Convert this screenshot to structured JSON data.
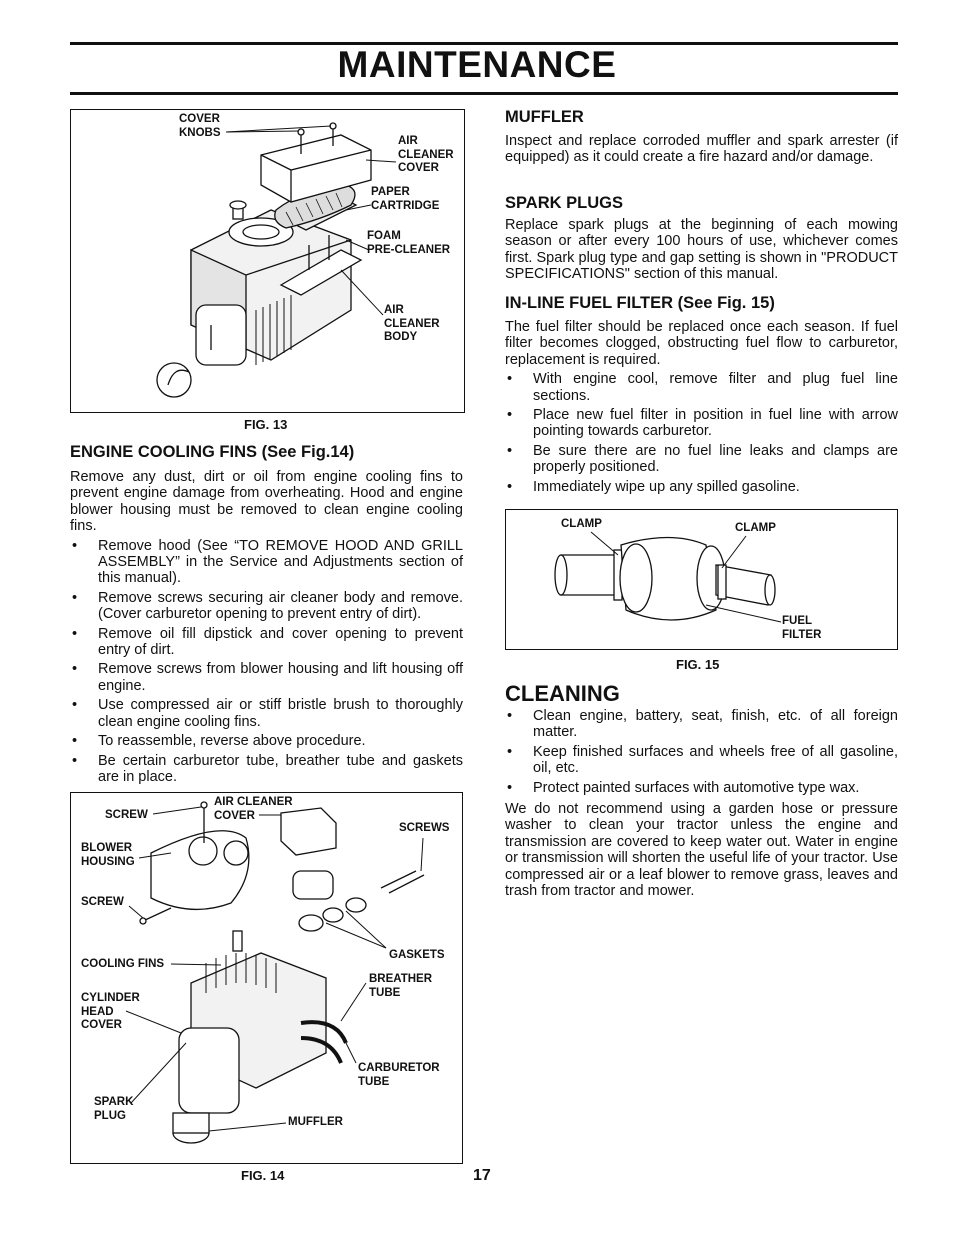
{
  "page": {
    "title": "MAINTENANCE",
    "page_number": "17"
  },
  "fig13": {
    "caption": "FIG. 13",
    "labels": {
      "cover_knobs": "COVER\nKNOBS",
      "air_cleaner_cover": "AIR\nCLEANER\nCOVER",
      "paper_cartridge": "PAPER\nCARTRIDGE",
      "foam_pre_cleaner": "FOAM\nPRE-CLEANER",
      "air_cleaner_body": "AIR\nCLEANER\nBODY"
    }
  },
  "cooling": {
    "heading": "ENGINE COOLING FINS (See Fig.14)",
    "intro": "Remove any dust, dirt or oil from engine cooling fins to prevent engine damage from overheating.  Hood and engine blower housing must be removed to clean engine cooling fins.",
    "bullets": [
      "Remove hood (See “TO REMOVE HOOD AND GRILL ASSEMBLY” in the Service and Adjustments section of this manual).",
      "Remove screws securing air cleaner body and remove. (Cover carburetor opening to prevent entry of dirt).",
      "Remove oil fill dipstick and cover opening to prevent entry of dirt.",
      "Remove screws from blower housing and lift housing off engine.",
      "Use compressed air or stiff  bristle brush to thoroughly clean engine cooling fins.",
      "To reassemble, reverse above procedure.",
      "Be certain carburetor tube, breather tube and gaskets are in place."
    ]
  },
  "fig14": {
    "caption": "FIG. 14",
    "labels": {
      "screw_top": "SCREW",
      "air_cleaner_cover": "AIR CLEANER\nCOVER",
      "screws": "SCREWS",
      "blower_housing": "BLOWER\nHOUSING",
      "screw_side": "SCREW",
      "gaskets": "GASKETS",
      "cooling_fins": "COOLING FINS",
      "breather_tube": "BREATHER\nTUBE",
      "cylinder_head_cover": "CYLINDER\nHEAD\nCOVER",
      "carburetor_tube": "CARBURETOR\nTUBE",
      "spark_plug": "SPARK\nPLUG",
      "muffler": "MUFFLER"
    }
  },
  "muffler": {
    "heading": "MUFFLER",
    "text": "Inspect and replace corroded muffler and spark arrester (if equipped) as it could create a fire hazard and/or damage."
  },
  "spark_plugs": {
    "heading": "SPARK PLUGS",
    "text": "Replace spark plugs at the beginning of each mowing season or after every 100 hours of use, whichever comes first. Spark plug type and gap setting is shown in \"PRODUCT SPECIFICATIONS\" section of this manual."
  },
  "fuel_filter": {
    "heading": "IN-LINE FUEL FILTER  (See Fig. 15)",
    "intro": "The fuel filter should be replaced once each season.  If fuel filter becomes clogged, obstructing fuel flow to carburetor, replacement is required.",
    "bullets": [
      "With engine cool, remove filter and plug fuel line sections.",
      "Place new fuel filter in position in fuel line with arrow pointing towards carburetor.",
      "Be sure there are no fuel line leaks and clamps are properly positioned.",
      "Immediately wipe up any spilled gasoline."
    ]
  },
  "fig15": {
    "caption": "FIG. 15",
    "labels": {
      "clamp_left": "CLAMP",
      "clamp_right": "CLAMP",
      "fuel_filter": "FUEL\nFILTER"
    }
  },
  "cleaning": {
    "heading": "CLEANING",
    "bullets": [
      "Clean engine, battery, seat, finish, etc. of all foreign matter.",
      "Keep finished surfaces and wheels free of all gasoline, oil, etc.",
      "Protect painted surfaces with automotive type wax."
    ],
    "text": "We do not recommend using a garden hose or pressure washer to clean your tractor unless the engine and transmission are covered to keep water out. Water in engine or transmission will shorten the useful life of your tractor.  Use compressed air or a leaf blower to remove grass, leaves and trash from tractor and mower."
  },
  "bullet_glyph": "•"
}
